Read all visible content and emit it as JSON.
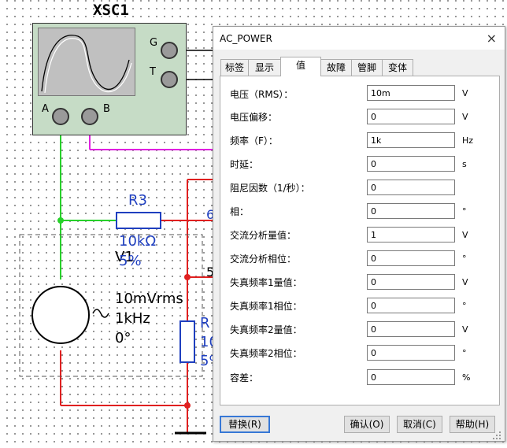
{
  "schematic": {
    "scope_name": "XSC1",
    "scope_terminals": {
      "g": "G",
      "t": "T",
      "a": "A",
      "b": "B"
    },
    "resistor_r3": {
      "name": "R3",
      "value": "10kΩ",
      "tolerance": "5%"
    },
    "source_v1": {
      "name": "V1",
      "amplitude": "10mVrms",
      "frequency": "1kHz",
      "phase": "0°"
    },
    "resistor_r4_partial": {
      "name": "R",
      "value": "10",
      "tolerance": "5%"
    },
    "net_labels": [
      "6",
      "5"
    ],
    "colors": {
      "wire_green": "#27d12a",
      "wire_red": "#e02020",
      "wire_magenta": "#e020e0",
      "component_blue": "#1f3fbf",
      "scope_fill": "#c6dcc6",
      "scope_screen": "#c0c0c0"
    }
  },
  "dialog": {
    "title": "AC_POWER",
    "close_glyph": "×",
    "tabs": [
      {
        "label": "标签",
        "active": false
      },
      {
        "label": "显示",
        "active": false
      },
      {
        "label": "值",
        "active": true
      },
      {
        "label": "故障",
        "active": false
      },
      {
        "label": "管脚",
        "active": false
      },
      {
        "label": "变体",
        "active": false
      }
    ],
    "fields": [
      {
        "label": "电压（RMS）：",
        "value": "10m",
        "unit": "V"
      },
      {
        "label": "电压偏移：",
        "value": "0",
        "unit": "V"
      },
      {
        "label": "频率（F）：",
        "value": "1k",
        "unit": "Hz"
      },
      {
        "label": "时延：",
        "value": "0",
        "unit": "s"
      },
      {
        "label": "阻尼因数（1/秒）：",
        "value": "0",
        "unit": ""
      },
      {
        "label": "相：",
        "value": "0",
        "unit": "°"
      },
      {
        "label": "交流分析量值：",
        "value": "1",
        "unit": "V"
      },
      {
        "label": "交流分析相位：",
        "value": "0",
        "unit": "°"
      },
      {
        "label": "失真频率1量值：",
        "value": "0",
        "unit": "V"
      },
      {
        "label": "失真频率1相位：",
        "value": "0",
        "unit": "°"
      },
      {
        "label": "失真频率2量值：",
        "value": "0",
        "unit": "V"
      },
      {
        "label": "失真频率2相位：",
        "value": "0",
        "unit": "°"
      },
      {
        "label": "容差：",
        "value": "0",
        "unit": "%"
      }
    ],
    "buttons": {
      "replace": "替换(R)",
      "ok": "确认(O)",
      "cancel": "取消(C)",
      "help": "帮助(H)"
    }
  }
}
